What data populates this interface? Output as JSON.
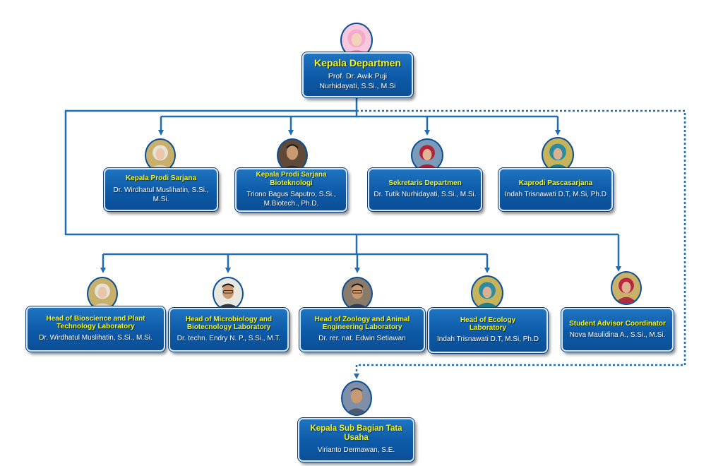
{
  "head": {
    "role": "Kepala Departmen",
    "name": "Prof. Dr. Awik Puji Nurhidayati, S.Si., M.Si"
  },
  "row1": [
    {
      "role": "Kepala Prodi Sarjana",
      "name": "Dr. Wirdhatul Muslihatin, S.Si., M.Si."
    },
    {
      "role": "Kepala Prodi Sarjana Bioteknologi",
      "name": "Triono Bagus Saputro, S.Si., M.Biotech., Ph.D."
    },
    {
      "role": "Sekretaris Departmen",
      "name": "Dr. Tutik Nurhidayati, S.Si., M.Si."
    },
    {
      "role": "Kaprodi Pascasarjana",
      "name": "Indah Trisnawati D.T, M.Si, Ph.D"
    }
  ],
  "row2": [
    {
      "role": "Head of Bioscience and Plant Technology Laboratory",
      "name": "Dr. Wirdhatul Muslihatin, S.Si., M.Si."
    },
    {
      "role": "Head of Microbiology and Biotecnology Laboratory",
      "name": "Dr. techn. Endry N. P., S.Si., M.T."
    },
    {
      "role": "Head of Zoology and Animal Engineering Laboratory",
      "name": "Dr. rer. nat. Edwin Setiawan"
    },
    {
      "role": "Head of Ecology Laboratory",
      "name": "Indah Trisnawati D.T, M.Si, Ph.D"
    },
    {
      "role": "Student Advisor Coordinator",
      "name": "Nova Maulidina A., S.Si., M.Si."
    }
  ],
  "admin": {
    "role": "Kepala Sub Bagian Tata Usaha",
    "name": "Virianto Dermawan, S.E."
  },
  "colors": {
    "box": "#0d5aa8",
    "role_text": "#f5f51a",
    "name_text": "#ffffff",
    "connector": "#1f6db3"
  }
}
